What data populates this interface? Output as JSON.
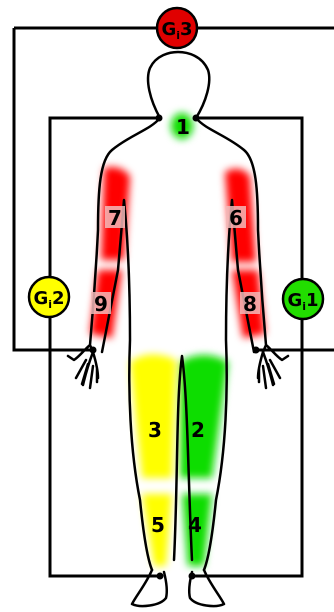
{
  "gauges": {
    "g3": {
      "label": "G",
      "subscript": "i",
      "number": "3",
      "color": "#e00000"
    },
    "g2": {
      "label": "G",
      "subscript": "i",
      "number": "2",
      "color": "#ffff00"
    },
    "g1": {
      "label": "G",
      "subscript": "i",
      "number": "1",
      "color": "#22dd00"
    }
  },
  "sites": {
    "s1": "1",
    "s2": "2",
    "s3": "3",
    "s4": "4",
    "s5": "5",
    "s6": "6",
    "s7": "7",
    "s8": "8",
    "s9": "9"
  },
  "colors": {
    "red": "#ff0000",
    "yellow": "#ffff00",
    "green": "#11dd00",
    "outline": "#000000",
    "label_box": "#f2b8b8"
  }
}
